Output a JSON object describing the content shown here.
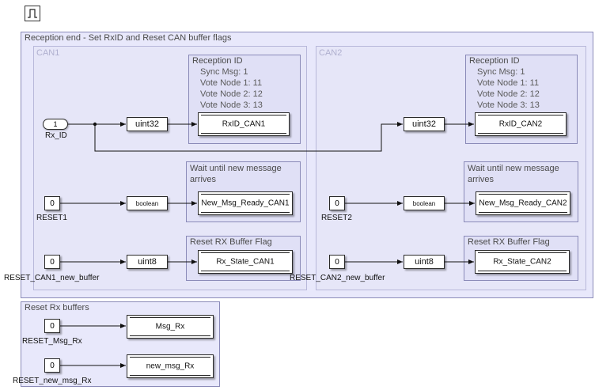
{
  "toolbar": {
    "icon": "pulse-icon"
  },
  "reception_area": {
    "title": "Reception end - Set RxID and Reset CAN buffer flags",
    "can1": {
      "title": "CAN1",
      "reception_id": {
        "title": "Reception ID",
        "lines": [
          "Sync Msg: 1",
          "Vote Node 1: 11",
          "Vote Node 2: 12",
          "Vote Node 3: 13"
        ]
      },
      "wait_title": "Wait until new message arrives",
      "reset_title": "Reset RX Buffer Flag",
      "inport_value": "1",
      "inport_label": "Rx_ID",
      "convert_id": "uint32",
      "dsm_id": "RxID_CAN1",
      "reset1_value": "0",
      "reset1_label": "RESET1",
      "convert_bool": "boolean",
      "dsm_ready": "New_Msg_Ready_CAN1",
      "reset_buffer_value": "0",
      "reset_buffer_label": "RESET_CAN1_new_buffer",
      "convert_u8": "uint8",
      "dsm_state": "Rx_State_CAN1"
    },
    "can2": {
      "title": "CAN2",
      "reception_id": {
        "title": "Reception ID",
        "lines": [
          "Sync Msg: 1",
          "Vote Node 1: 11",
          "Vote Node 2: 12",
          "Vote Node 3: 13"
        ]
      },
      "wait_title": "Wait until new message arrives",
      "reset_title": "Reset RX Buffer Flag",
      "convert_id": "uint32",
      "dsm_id": "RxID_CAN2",
      "reset2_value": "0",
      "reset2_label": "RESET2",
      "convert_bool": "boolean",
      "dsm_ready": "New_Msg_Ready_CAN2",
      "reset_buffer_value": "0",
      "reset_buffer_label": "RESET_CAN2_new_buffer",
      "convert_u8": "uint8",
      "dsm_state": "Rx_State_CAN2"
    }
  },
  "reset_area": {
    "title": "Reset Rx buffers",
    "msg_rx_value": "0",
    "msg_rx_label": "RESET_Msg_Rx",
    "dsm_msg_rx": "Msg_Rx",
    "new_msg_value": "0",
    "new_msg_label": "RESET_new_msg_Rx",
    "dsm_new_msg": "new_msg_Rx"
  }
}
